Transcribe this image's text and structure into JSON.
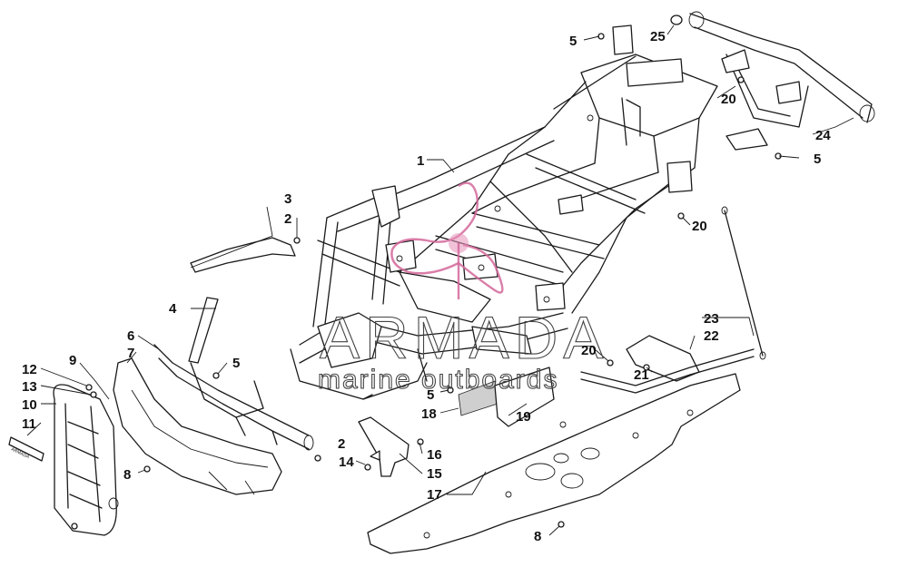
{
  "callouts": [
    {
      "n": "1",
      "id": "c1"
    },
    {
      "n": "2",
      "id": "c2a"
    },
    {
      "n": "2",
      "id": "c2b"
    },
    {
      "n": "3",
      "id": "c3"
    },
    {
      "n": "4",
      "id": "c4"
    },
    {
      "n": "5",
      "id": "c5a"
    },
    {
      "n": "5",
      "id": "c5b"
    },
    {
      "n": "5",
      "id": "c5c"
    },
    {
      "n": "5",
      "id": "c5d"
    },
    {
      "n": "6",
      "id": "c6"
    },
    {
      "n": "7",
      "id": "c7"
    },
    {
      "n": "8",
      "id": "c8a"
    },
    {
      "n": "8",
      "id": "c8b"
    },
    {
      "n": "9",
      "id": "c9"
    },
    {
      "n": "10",
      "id": "c10"
    },
    {
      "n": "11",
      "id": "c11"
    },
    {
      "n": "12",
      "id": "c12"
    },
    {
      "n": "13",
      "id": "c13"
    },
    {
      "n": "14",
      "id": "c14"
    },
    {
      "n": "15",
      "id": "c15"
    },
    {
      "n": "16",
      "id": "c16"
    },
    {
      "n": "17",
      "id": "c17"
    },
    {
      "n": "18",
      "id": "c18"
    },
    {
      "n": "19",
      "id": "c19"
    },
    {
      "n": "20",
      "id": "c20a"
    },
    {
      "n": "20",
      "id": "c20b"
    },
    {
      "n": "20",
      "id": "c20c"
    },
    {
      "n": "21",
      "id": "c21"
    },
    {
      "n": "22",
      "id": "c22"
    },
    {
      "n": "23",
      "id": "c23"
    },
    {
      "n": "24",
      "id": "c24"
    },
    {
      "n": "25",
      "id": "c25"
    }
  ],
  "watermark": {
    "brand": "ARMADA",
    "tagline": "marine outboards",
    "logo_color": "#d3679a"
  },
  "decal_text": "ARMADA"
}
